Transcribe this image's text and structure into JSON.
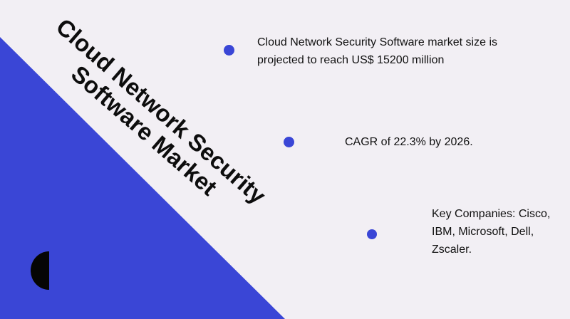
{
  "title": {
    "line1": "Cloud Network Security",
    "line2": "Software Market"
  },
  "points": [
    {
      "line1": "Cloud Network Security Software market size is",
      "line2": "projected to reach US$ 15200 million"
    },
    {
      "line1": "CAGR of 22.3% by 2026."
    },
    {
      "line1": "Key Companies:  Cisco,",
      "line2": "IBM, Microsoft, Dell,",
      "line3": "Zscaler."
    }
  ],
  "colors": {
    "background": "#f2eff4",
    "accent": "#3a46d6",
    "title_text": "#0d0d0d",
    "half_circle": "#050505"
  },
  "icons": {
    "bullet": "circle-dot",
    "decoration": "half-circle"
  }
}
